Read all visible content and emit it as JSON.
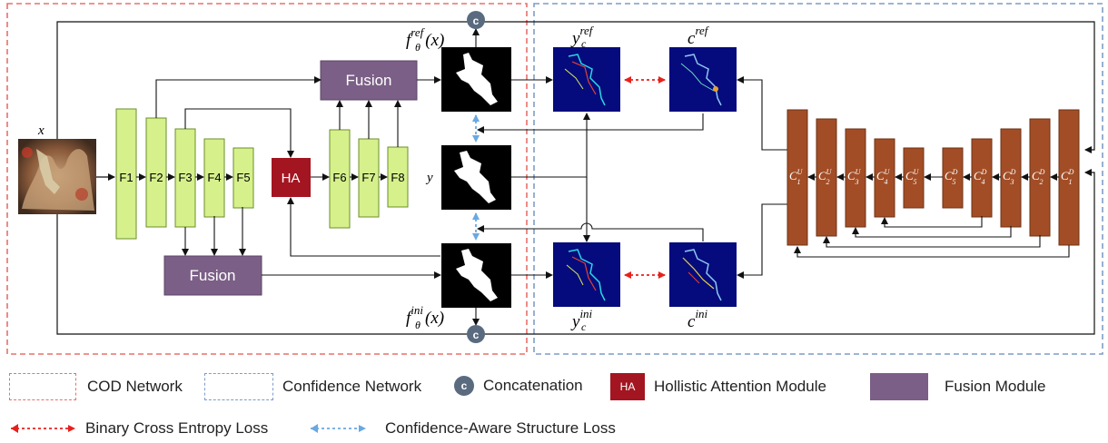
{
  "blocks": {
    "encoder": [
      "F1",
      "F2",
      "F3",
      "F4",
      "F5"
    ],
    "decoder": [
      "F6",
      "F7",
      "F8"
    ],
    "ha": "HA",
    "fusion_top": "Fusion",
    "fusion_bottom": "Fusion"
  },
  "math": {
    "x": "x",
    "y": "y",
    "f_ref_base": "f",
    "f_ref_sub": "θ",
    "f_ref_sup": "ref",
    "f_ref_arg": "(x)",
    "f_ini_base": "f",
    "f_ini_sub": "θ",
    "f_ini_sup": "ini",
    "f_ini_arg": "(x)",
    "yc_ref_base": "y",
    "yc_ref_sub": "c",
    "yc_ref_sup": "ref",
    "c_ref_base": "c",
    "c_ref_sup": "ref",
    "yc_ini_base": "y",
    "yc_ini_sub": "c",
    "yc_ini_sup": "ini",
    "c_ini_base": "c",
    "c_ini_sup": "ini",
    "concat": "c"
  },
  "unet": {
    "up": [
      {
        "b": "C",
        "sub": "1",
        "sup": "U"
      },
      {
        "b": "C",
        "sub": "2",
        "sup": "U"
      },
      {
        "b": "C",
        "sub": "3",
        "sup": "U"
      },
      {
        "b": "C",
        "sub": "4",
        "sup": "U"
      },
      {
        "b": "C",
        "sub": "5",
        "sup": "U"
      }
    ],
    "down": [
      {
        "b": "C",
        "sub": "5",
        "sup": "D"
      },
      {
        "b": "C",
        "sub": "4",
        "sup": "D"
      },
      {
        "b": "C",
        "sub": "3",
        "sup": "D"
      },
      {
        "b": "C",
        "sub": "2",
        "sup": "D"
      },
      {
        "b": "C",
        "sub": "1",
        "sup": "D"
      }
    ]
  },
  "legend": {
    "cod": "COD Network",
    "confidence": "Confidence Network",
    "concat": "Concatenation",
    "concat_icon": "c",
    "ha_icon": "HA",
    "ha": "Hollistic Attention Module",
    "fusion": "Fusion Module",
    "bce": "Binary Cross Entropy Loss",
    "casl": "Confidence-Aware Structure Loss"
  },
  "colors": {
    "green": "#d6f08c",
    "green_stroke": "#6a8f2a",
    "ha": "#a31520",
    "fusion": "#7b5f86",
    "brown": "#a24d26",
    "cod_border": "#e8706a",
    "conf_border": "#7f9cc6",
    "bce": "#e8201c",
    "casl": "#6aa8e2",
    "concat": "#5a6b80",
    "navy": "#050b7d"
  }
}
